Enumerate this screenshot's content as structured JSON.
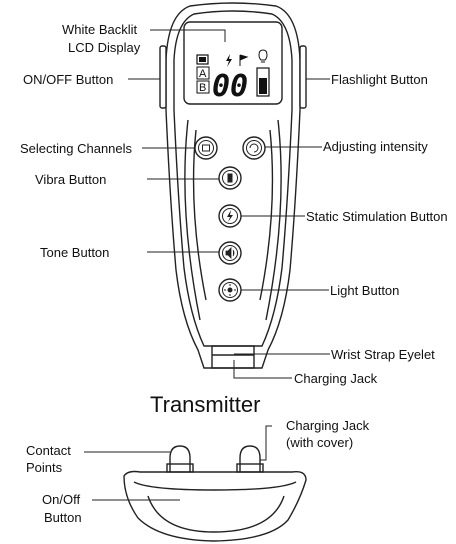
{
  "transmitter_labels": {
    "lcd": [
      "White Backlit",
      "LCD Display"
    ],
    "on_off": "ON/OFF Button",
    "flashlight": "Flashlight Button",
    "channels": "Selecting Channels",
    "intensity": "Adjusting intensity",
    "vibra": "Vibra Button",
    "static": "Static Stimulation Button",
    "tone": "Tone Button",
    "light": "Light Button",
    "strap": "Wrist Strap Eyelet",
    "charging": "Charging Jack"
  },
  "lcd_screen": {
    "digits": "00",
    "channel_a": "A",
    "channel_b": "B"
  },
  "section_title": "Transmitter",
  "receiver_labels": {
    "contact": [
      "Contact",
      "Points"
    ],
    "charging": [
      "Charging Jack",
      "(with cover)"
    ],
    "on_off": [
      "On/Off",
      "Button"
    ]
  },
  "icons": {
    "on_off_side": "side-bar",
    "flashlight": "bulb-icon",
    "channels": "channel-icon",
    "intensity": "cycle-icon",
    "vibra": "vibrate-icon",
    "static": "lightning-icon",
    "tone": "speaker-icon",
    "light": "light-icon"
  }
}
